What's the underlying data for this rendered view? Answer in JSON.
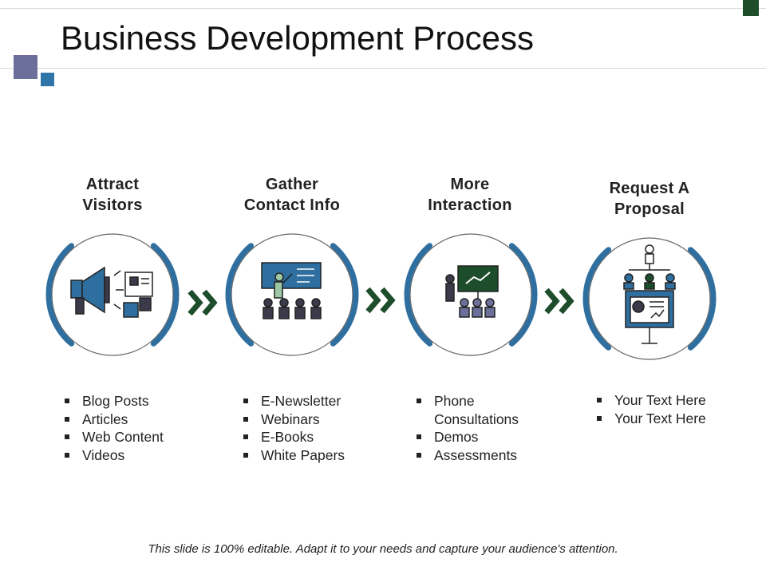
{
  "title": "Business Development Process",
  "colors": {
    "arc": "#2f6f9f",
    "chevron": "#1e4d2b",
    "icon_blue": "#2f6f9f",
    "icon_dark": "#3a3a4a"
  },
  "steps": [
    {
      "title_line1": "Attract",
      "title_line2": "Visitors",
      "icon": "megaphone-icon",
      "bullets": [
        "Blog Posts",
        "Articles",
        "Web Content",
        "Videos"
      ]
    },
    {
      "title_line1": "Gather",
      "title_line2": "Contact Info",
      "icon": "presenter-board-icon",
      "bullets": [
        "E-Newsletter",
        "Webinars",
        "E-Books",
        "White Papers"
      ]
    },
    {
      "title_line1": "More",
      "title_line2": "Interaction",
      "icon": "presentation-audience-icon",
      "bullets": [
        "Phone Consultations",
        "Demos",
        "Assessments"
      ]
    },
    {
      "title_line1": "Request A",
      "title_line2": "Proposal",
      "icon": "proposal-podium-icon",
      "bullets": [
        "Your Text Here",
        "Your Text Here"
      ]
    }
  ],
  "footer": "This slide is 100% editable. Adapt it to your needs and capture your audience's attention."
}
